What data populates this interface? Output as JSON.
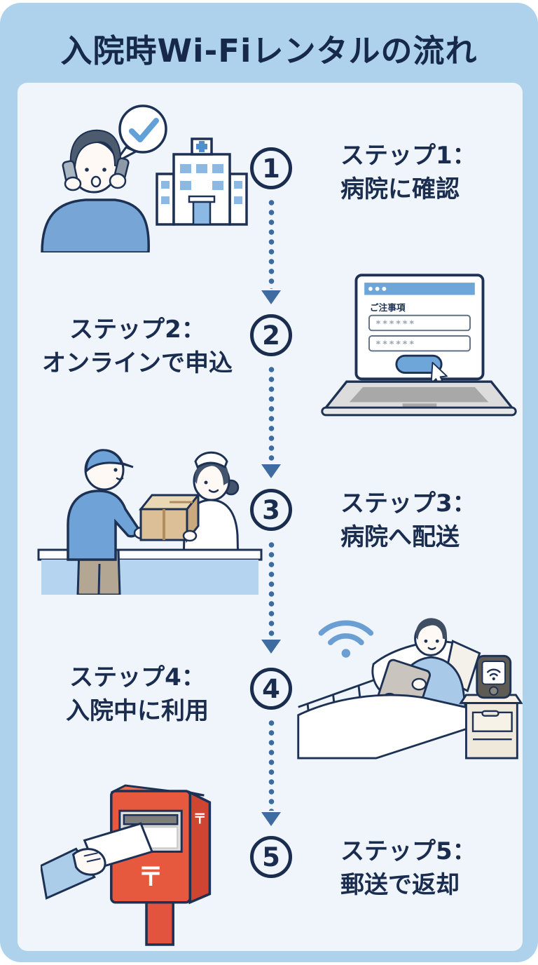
{
  "title": "入院時Wi-Fiレンタルの流れ",
  "steps": [
    {
      "number": "1",
      "label_line1": "ステップ1：",
      "label_line2": "病院に確認"
    },
    {
      "number": "2",
      "label_line1": "ステップ2：",
      "label_line2": "オンラインで申込"
    },
    {
      "number": "3",
      "label_line1": "ステップ3：",
      "label_line2": "病院へ配送"
    },
    {
      "number": "4",
      "label_line1": "ステップ4：",
      "label_line2": "入院中に利用"
    },
    {
      "number": "5",
      "label_line1": "ステップ5：",
      "label_line2": "郵送で返却"
    }
  ],
  "laptop_screen": {
    "heading": "ご注事項",
    "field1_value": "******",
    "field2_value": "******"
  },
  "postbox": {
    "mark_front": "〒",
    "mark_side": "〒"
  },
  "colors": {
    "card_blue": "#aed2ec",
    "panel_bg": "#f0f5fb",
    "navy_text": "#1b2d4f",
    "connector_blue": "#3f6ca0",
    "illustration_blue": "#6fa3d8",
    "light_blue": "#b5d4ef",
    "postbox_red": "#e2543e",
    "cardboard_tan": "#dcbf97"
  }
}
